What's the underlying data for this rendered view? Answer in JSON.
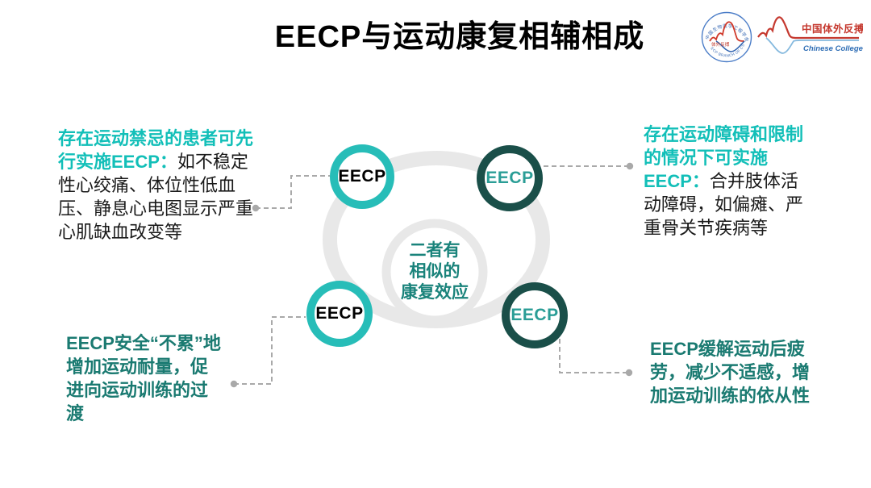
{
  "slide": {
    "title": "EECP与运动康复相辅相成"
  },
  "logos": {
    "left": {
      "top_text": "中国生物医学工程学会",
      "bottom_text": "ECP BRANCH OF CSBME",
      "center_text": "体外反搏"
    },
    "right": {
      "cn_name": "中国体外反搏学院",
      "en_name": "Chinese College of ECP"
    }
  },
  "diagram": {
    "center_circle": {
      "lines": [
        "二者有",
        "相似的",
        "康复效应"
      ],
      "text_color": "#1A837B"
    },
    "nodes": [
      {
        "position": "top-left",
        "label": "EECP",
        "ring_color": "#27BDB8",
        "label_color": "#000000"
      },
      {
        "position": "top-right",
        "label": "EECP",
        "ring_color": "#1A4F49",
        "label_color": "#2A9D96"
      },
      {
        "position": "bottom-left",
        "label": "EECP",
        "ring_color": "#27BDB8",
        "label_color": "#000000"
      },
      {
        "position": "bottom-right",
        "label": "EECP",
        "ring_color": "#1A4F49",
        "label_color": "#2A9D96"
      }
    ]
  },
  "callouts": {
    "top_left": {
      "highlight": "存在运动禁忌的患者可先行实施EECP：",
      "rest": "如不稳定性心绞痛、体位性低血压、静息心电图显示严重心肌缺血改变等",
      "highlight_color": "#12BFB8",
      "rest_color": "#1A1A1A"
    },
    "top_right": {
      "highlight": "存在运动障碍和限制的情况下可实施EECP：",
      "rest": "合并肢体活动障碍，如偏瘫、严重骨关节疾病等",
      "highlight_color": "#12BFB8",
      "rest_color": "#1A1A1A"
    },
    "bottom_left": {
      "text": "EECP安全“不累”地增加运动耐量，促进向运动训练的过渡",
      "color": "#1A7A71"
    },
    "bottom_right": {
      "text": "EECP缓解运动后疲劳，减少不适感，增加运动训练的依从性",
      "color": "#1A7A71"
    }
  },
  "colors": {
    "accent_teal": "#27BDB8",
    "accent_dark_teal": "#1A4F49",
    "text_teal_bright": "#12BFB8",
    "text_teal_dark": "#1A7A71",
    "center_text": "#1A837B",
    "node_label_teal": "#2A9D96",
    "gray_ring": "#E8E8E8",
    "connector_gray": "#A9A9A9",
    "logo_red": "#C5392F",
    "logo_blue": "#2F6EB5",
    "background": "#FFFFFF"
  }
}
